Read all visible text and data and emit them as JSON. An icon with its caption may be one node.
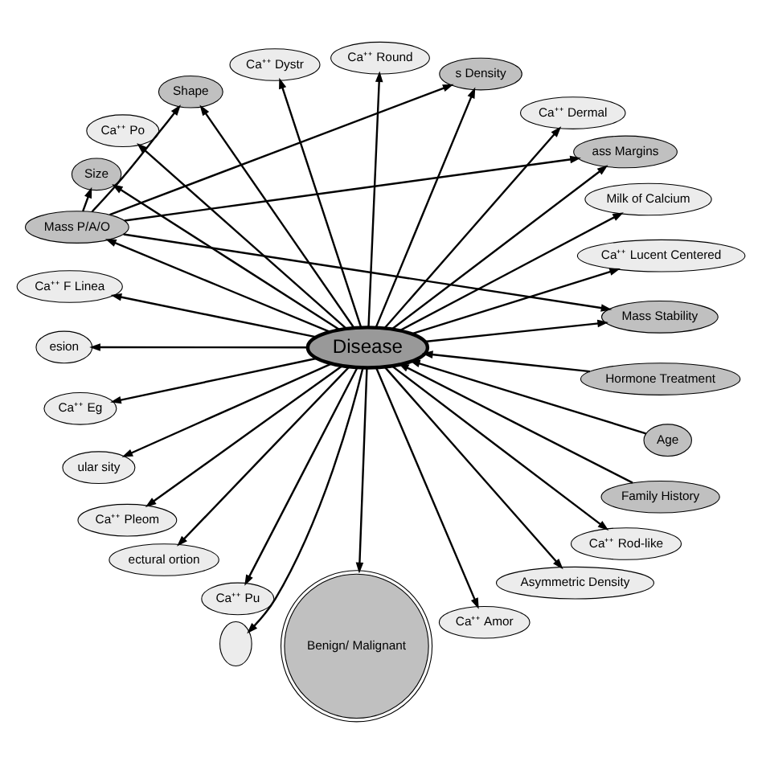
{
  "diagram": {
    "nodes": [
      {
        "text": [
          "Mass Stability"
        ]
      },
      {
        "text": [
          "Ca⁺⁺ Lucent Centered"
        ]
      },
      {
        "text": [
          "Milk of Calcium"
        ]
      },
      {
        "text": [
          "ass Margins"
        ]
      },
      {
        "text": [
          "Ca⁺⁺ Dermal"
        ]
      },
      {
        "text": [
          "s Density"
        ]
      },
      {
        "text": [
          "Ca⁺⁺ Round"
        ]
      },
      {
        "text": [
          "Ca⁺⁺ Dystr"
        ]
      },
      {
        "text": [
          "Shape"
        ]
      },
      {
        "text": [
          "Ca⁺⁺ Po"
        ]
      },
      {
        "text": [
          "Size"
        ]
      },
      {
        "text": [
          "Mass P/A/O"
        ]
      },
      {
        "text": [
          "Disease"
        ]
      },
      {
        "text": [
          "Ca⁺⁺ F Linea"
        ]
      },
      {
        "text": [
          "esion"
        ]
      },
      {
        "text": [
          "Ca⁺⁺ Eg"
        ]
      },
      {
        "text": [
          "ular sity"
        ]
      },
      {
        "text": [
          "Ca⁺⁺ Pleom"
        ]
      },
      {
        "text": [
          "ectural ortion"
        ]
      },
      {
        "text": [
          "Ca⁺⁺ Pu"
        ]
      },
      {
        "text": [],
        "shape": "ellipse"
      },
      {
        "text": [
          "Family History"
        ]
      },
      {
        "text": [
          "Age"
        ]
      },
      {
        "text": [
          "Benign/ Malignant"
        ]
      },
      {
        "text": [
          "Ca⁺⁺ Amor"
        ]
      },
      {
        "text": [
          "Asymmetric Density"
        ]
      },
      {
        "text": [
          "Hormone Treatment"
        ]
      },
      {
        "text": [
          "Ca⁺⁺ Rod-like"
        ]
      }
    ],
    "edges": [
      {
        "from": 12,
        "to": 11,
        "arrow": "to"
      },
      {
        "from": 11,
        "to": 0,
        "arrow": "to"
      },
      {
        "from": 11,
        "to": 3,
        "arrow": "to"
      },
      {
        "from": 11,
        "to": 5,
        "arrow": "to"
      },
      {
        "from": 11,
        "to": 8,
        "arrow": "to"
      },
      {
        "from": 11,
        "to": 10,
        "arrow": "to"
      },
      {
        "from": 12,
        "to": 0,
        "arrow": "to"
      },
      {
        "from": 12,
        "to": 3,
        "arrow": "to"
      },
      {
        "from": 12,
        "to": 5,
        "arrow": "to"
      },
      {
        "from": 12,
        "to": 8,
        "arrow": "to"
      },
      {
        "from": 12,
        "to": 10,
        "arrow": "to"
      },
      {
        "from": 12,
        "to": 1,
        "arrow": "to"
      },
      {
        "from": 12,
        "to": 2,
        "arrow": "to"
      },
      {
        "from": 12,
        "to": 4,
        "arrow": "to"
      },
      {
        "from": 12,
        "to": 6,
        "arrow": "to"
      },
      {
        "from": 12,
        "to": 7,
        "arrow": "to"
      },
      {
        "from": 12,
        "to": 9,
        "arrow": "to"
      },
      {
        "from": 12,
        "to": 13,
        "arrow": "to"
      },
      {
        "from": 12,
        "to": 15,
        "arrow": "to"
      },
      {
        "from": 12,
        "to": 17,
        "arrow": "to"
      },
      {
        "from": 12,
        "to": 19,
        "arrow": "to"
      },
      {
        "from": 12,
        "to": 24,
        "arrow": "to"
      },
      {
        "from": 12,
        "to": 27,
        "arrow": "to"
      },
      {
        "from": 12,
        "to": 23,
        "arrow": "to"
      },
      {
        "from": 12,
        "to": 25,
        "arrow": "to"
      },
      {
        "from": 12,
        "to": 20,
        "arrow": "to"
      },
      {
        "from": 12,
        "to": 18,
        "arrow": "to"
      },
      {
        "from": 12,
        "to": 16,
        "arrow": "to"
      },
      {
        "from": 12,
        "to": 14,
        "arrow": "to"
      },
      {
        "from": 21,
        "to": 12,
        "arrow": "to"
      },
      {
        "from": 22,
        "to": 12,
        "arrow": "to"
      },
      {
        "from": 26,
        "to": 12,
        "arrow": "to"
      }
    ]
  }
}
